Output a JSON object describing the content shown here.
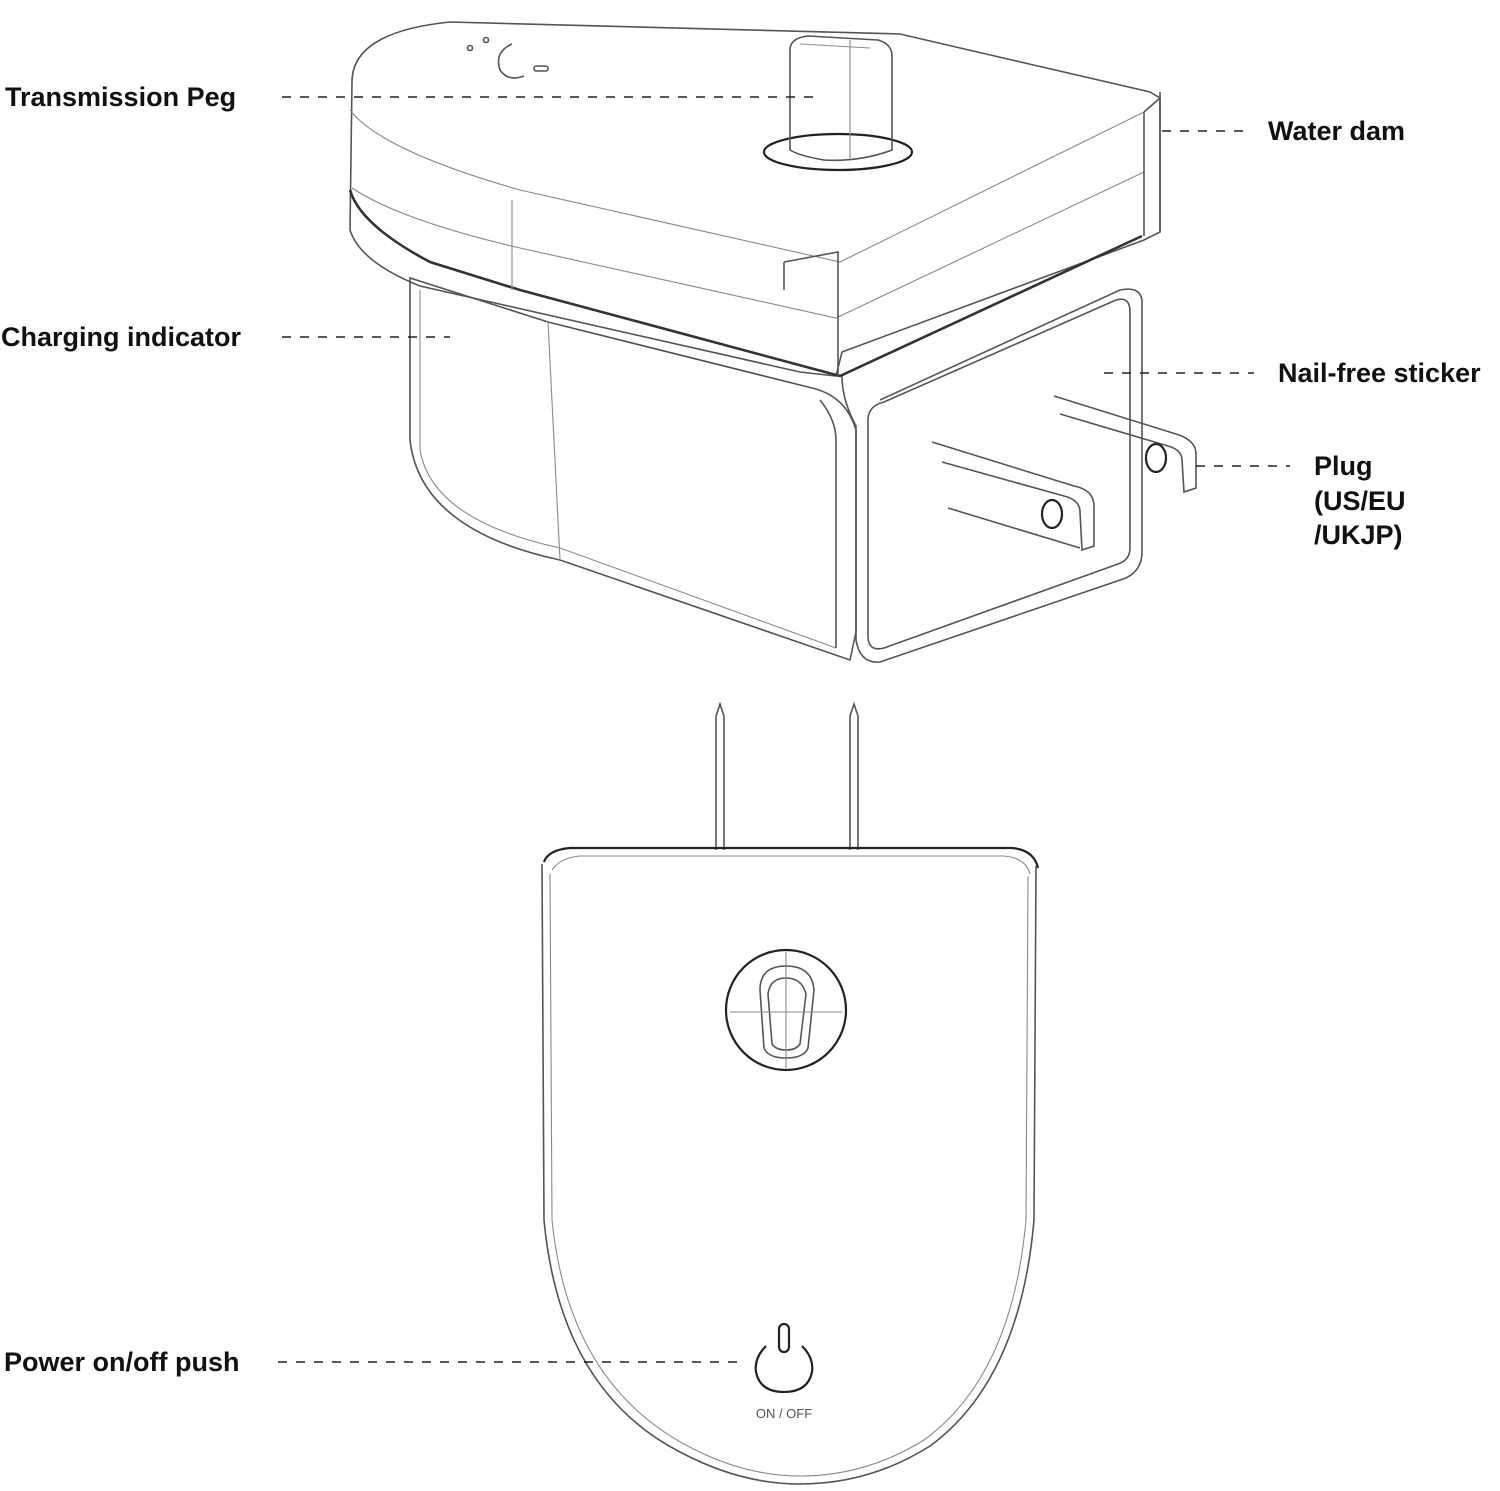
{
  "labels": {
    "transmission_peg": "Transmission Peg",
    "water_dam": "Water dam",
    "charging_indicator": "Charging indicator",
    "nail_free_sticker": "Nail-free sticker",
    "plug_line1": "Plug",
    "plug_line2": "(US/EU",
    "plug_line3": "/UKJP)",
    "power_push": "Power on/off push"
  },
  "device_text": {
    "on_off": "ON / OFF"
  },
  "colors": {
    "outline": "#555555",
    "label_text": "#111111",
    "background": "#ffffff"
  }
}
